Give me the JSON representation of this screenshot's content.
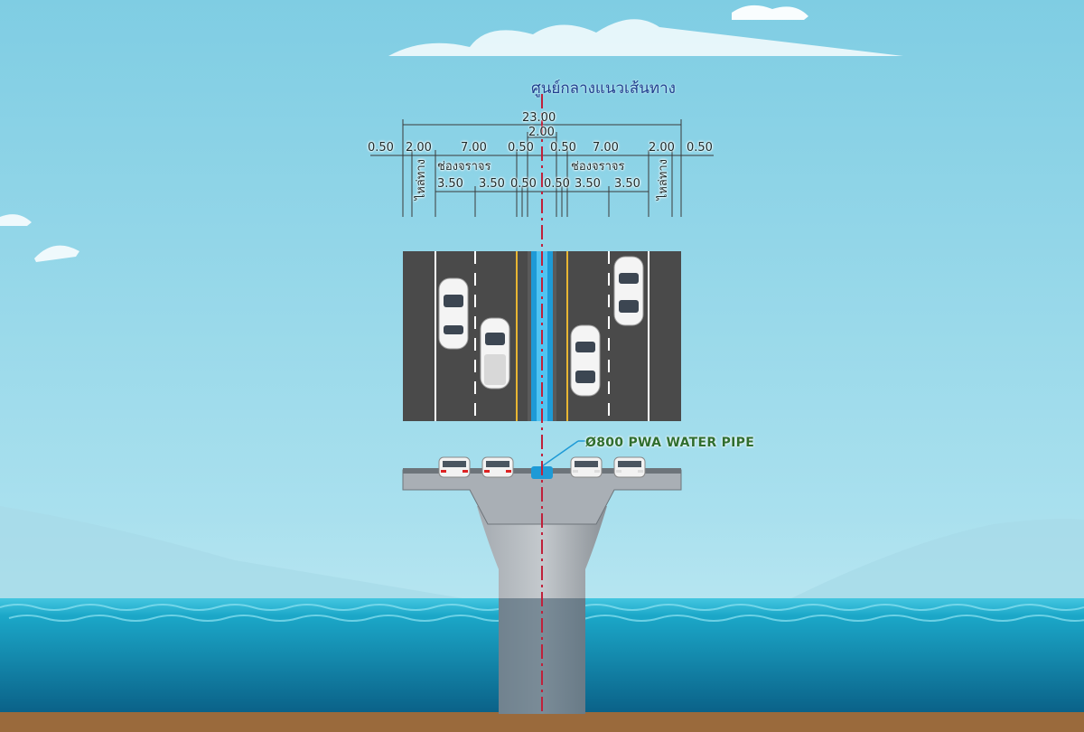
{
  "diagram": {
    "centerline_label": "ศูนย์กลางแนวเส้นทาง",
    "pipe_label": "Ø800 PWA WATER PIPE",
    "dimensions": {
      "total": "23.00",
      "median_total": "2.00",
      "top_row": [
        "0.50",
        "2.00",
        "7.00",
        "0.50",
        "0.50",
        "7.00",
        "2.00",
        "0.50"
      ],
      "lane_row": [
        "3.50",
        "3.50",
        "0.50",
        "0.50",
        "3.50",
        "3.50"
      ]
    },
    "zones": {
      "carriageway_left": "ช่องจราจร",
      "carriageway_right": "ช่องจราจร",
      "shoulder_left": "ไหล่ทาง",
      "shoulder_right": "ไหล่ทาง"
    },
    "colors": {
      "sky": "#8fd3e6",
      "sea": "#1aa6c6",
      "road": "#4a4a4a",
      "centerline": "#c0203a",
      "pipe": "#1e9ad6",
      "pier": "#8e959c"
    }
  }
}
